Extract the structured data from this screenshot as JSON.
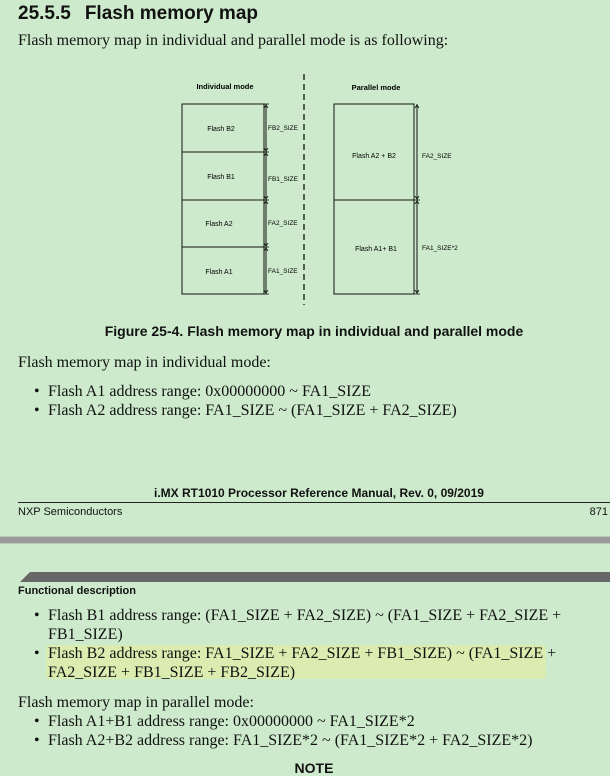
{
  "section": {
    "number": "25.5.5",
    "title": "Flash memory map"
  },
  "intro": "Flash memory map in individual and parallel mode is as following:",
  "figure": {
    "individual_label": "Individual mode",
    "parallel_label": "Parallel mode",
    "individual_blocks": [
      {
        "name": "Flash B2",
        "size_label": "FB2_SIZE"
      },
      {
        "name": "Flash B1",
        "size_label": "FB1_SIZE"
      },
      {
        "name": "Flash A2",
        "size_label": "FA2_SIZE"
      },
      {
        "name": "Flash A1",
        "size_label": "FA1_SIZE"
      }
    ],
    "parallel_blocks": [
      {
        "name": "Flash A2 + B2",
        "size_label": "FA2_SIZE"
      },
      {
        "name": "Flash A1+ B1",
        "size_label": "FA1_SIZE*2"
      }
    ],
    "caption": "Figure 25-4. Flash memory map in individual and parallel mode"
  },
  "individual_mode": {
    "heading": "Flash memory map in individual mode:",
    "items": [
      "Flash A1 address range: 0x00000000 ~ FA1_SIZE",
      "Flash A2 address range: FA1_SIZE ~ (FA1_SIZE + FA2_SIZE)"
    ]
  },
  "footer": {
    "title": "i.MX RT1010 Processor Reference Manual, Rev. 0, 09/2019",
    "company": "NXP Semiconductors",
    "page": "871"
  },
  "next_page": {
    "header": "Functional description",
    "items": [
      {
        "line1": "Flash B1 address range: (FA1_SIZE + FA2_SIZE) ~ (FA1_SIZE + FA2_SIZE +",
        "line2": "FB1_SIZE)"
      },
      {
        "line1": "Flash B2 address range: FA1_SIZE + FA2_SIZE + FB1_SIZE) ~ (FA1_SIZE +",
        "line2": "FA2_SIZE + FB1_SIZE + FB2_SIZE)"
      }
    ],
    "parallel_heading": "Flash memory map in parallel mode:",
    "parallel_items": [
      "Flash A1+B1 address range: 0x00000000 ~ FA1_SIZE*2",
      "Flash A2+B2 address range: FA1_SIZE*2 ~ (FA1_SIZE*2 + FA2_SIZE*2)"
    ],
    "note": "NOTE"
  },
  "colors": {
    "background": "#cdebcc",
    "highlight": "#dcecaa",
    "separator": "#9a9a9a",
    "header_bar": "#676767"
  }
}
